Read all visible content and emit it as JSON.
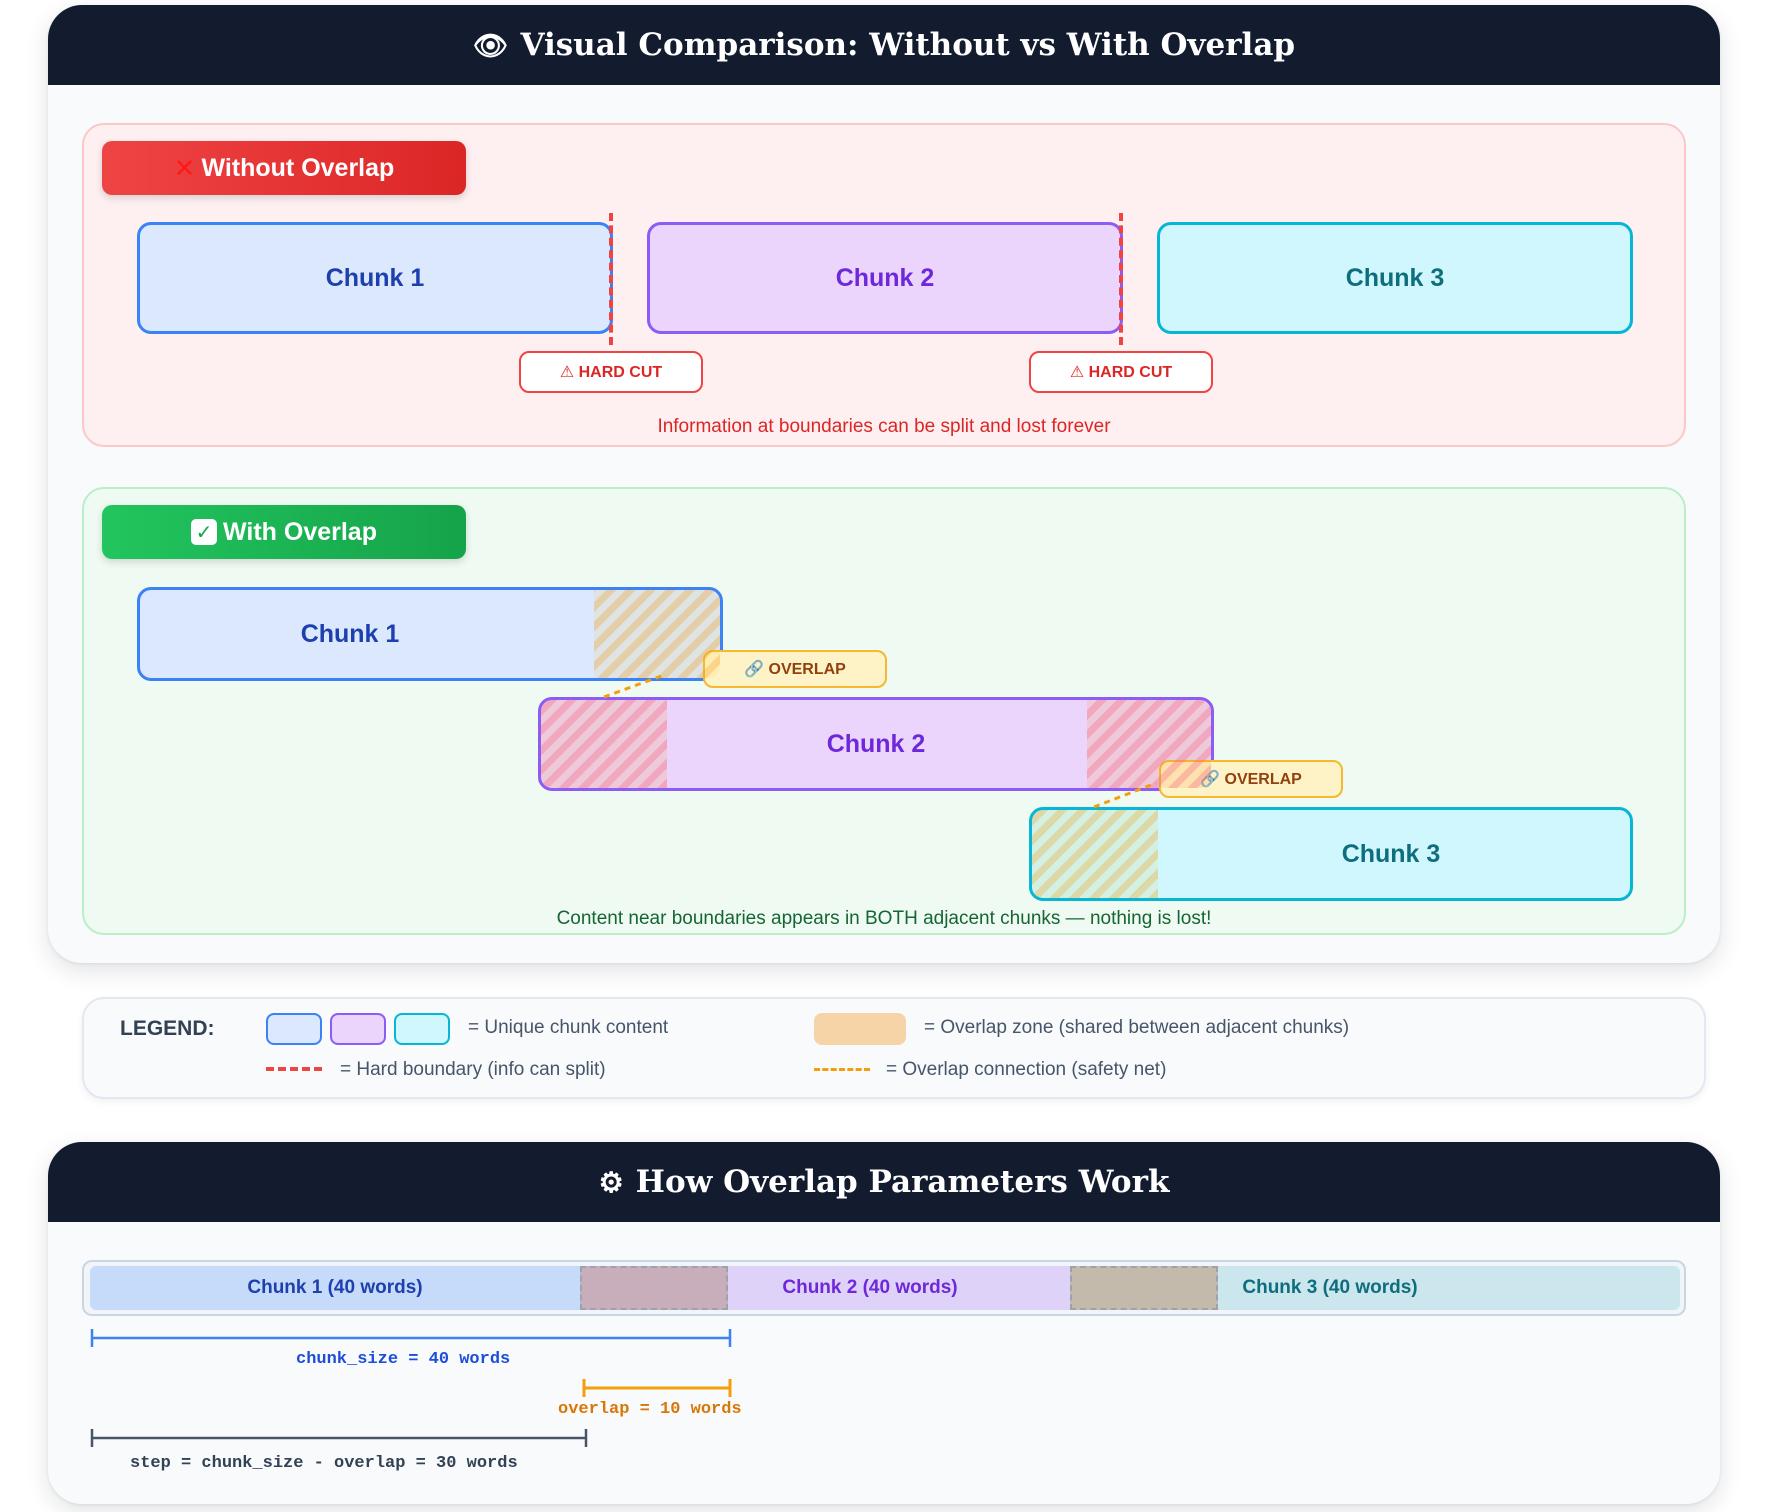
{
  "comparison": {
    "icon": "eye-icon",
    "title": "Visual Comparison: Without vs With Overlap",
    "without": {
      "badge": "Without Overlap",
      "chunks": [
        "Chunk 1",
        "Chunk 2",
        "Chunk 3"
      ],
      "cut_label": "⚠ HARD CUT",
      "note": "Information at boundaries can be split and lost forever"
    },
    "with": {
      "badge": "With Overlap",
      "chunks": [
        "Chunk 1",
        "Chunk 2",
        "Chunk 3"
      ],
      "overlap_label": "🔗 OVERLAP",
      "note": "Content near boundaries appears in BOTH adjacent chunks — nothing is lost!"
    }
  },
  "legend": {
    "title": "LEGEND:",
    "unique": "= Unique chunk content",
    "overlap_zone": "= Overlap zone (shared between adjacent chunks)",
    "hard_boundary": "= Hard boundary (info can split)",
    "overlap_connection": "= Overlap connection (safety net)"
  },
  "params": {
    "icon": "gear-icon",
    "title": "How Overlap Parameters Work",
    "segments": [
      "Chunk 1 (40 words)",
      "Chunk 2 (40 words)",
      "Chunk 3 (40 words)"
    ],
    "chunk_size_label": "chunk_size = 40 words",
    "overlap_label": "overlap = 10 words",
    "step_label": "step = chunk_size - overlap = 30 words"
  },
  "colors": {
    "chunk1": "#3b82f6",
    "chunk2": "#8b5cf6",
    "chunk3": "#06b6d4",
    "hard_cut": "#ef4444",
    "overlap": "#f59e0b",
    "header_bg": "#131c2f"
  }
}
